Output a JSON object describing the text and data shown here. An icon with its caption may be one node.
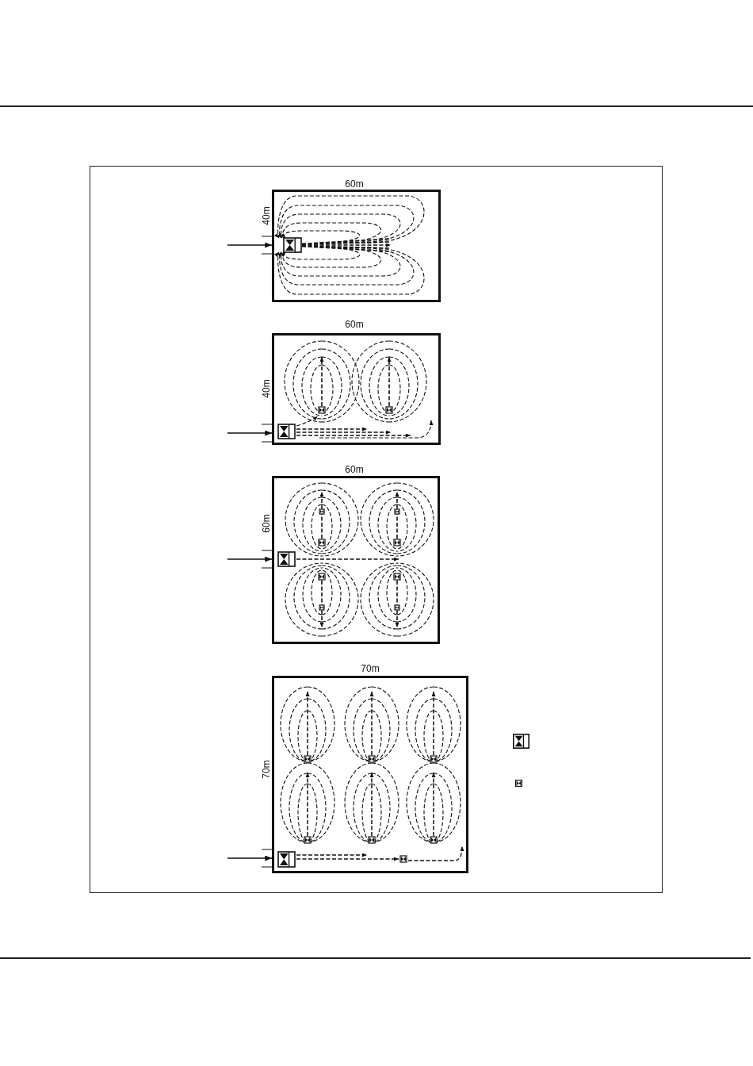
{
  "diagram": {
    "nodes": [
      {
        "text": [],
        "shape": "box"
      },
      {
        "text": [],
        "shape": "box"
      },
      {
        "text": [],
        "shape": "box"
      },
      {
        "text": [],
        "shape": "box"
      }
    ],
    "edges": [
      {
        "from": null,
        "to": 0,
        "arrow": "to"
      },
      {
        "from": null,
        "to": 1,
        "arrow": "to"
      },
      {
        "from": null,
        "to": 2,
        "arrow": "to"
      },
      {
        "from": null,
        "to": 3,
        "arrow": "to"
      }
    ],
    "labels": [
      "60m",
      "40m",
      "60m",
      "40m",
      "60m",
      "60m",
      "70m",
      "70m"
    ]
  }
}
